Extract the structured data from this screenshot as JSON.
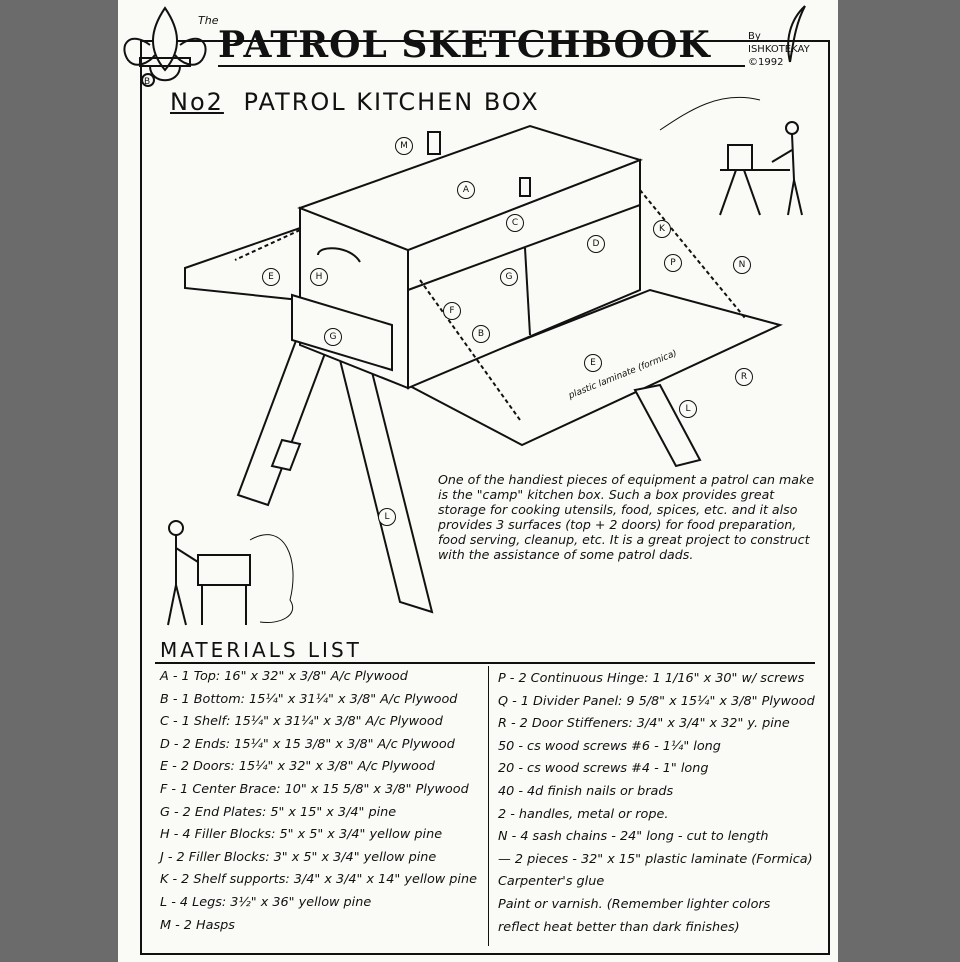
{
  "header": {
    "the": "The",
    "title": "PATROL SKETCHBOOK",
    "byline": [
      "By",
      "ISHKOTEKAY",
      "©1992"
    ]
  },
  "subtitle": {
    "number": "No2",
    "text": "PATROL KITCHEN BOX"
  },
  "diagram_labels": [
    "A",
    "B",
    "C",
    "D",
    "E",
    "E",
    "F",
    "G",
    "H",
    "K",
    "L",
    "L",
    "M",
    "N",
    "P",
    "R"
  ],
  "laminate_note": "plastic laminate (formica)",
  "description": "One of the handiest pieces of equipment a patrol can make is the \"camp\" kitchen box. Such a box provides great storage for cooking utensils, food, spices, etc. and it also provides 3 surfaces (top + 2 doors) for food preparation, food serving, cleanup, etc. It is a great project to construct with the assistance of some patrol dads.",
  "materials": {
    "heading": "MATERIALS LIST",
    "left": [
      "A - 1 Top:        16\" x 32\" x 3/8\" A/c Plywood",
      "B - 1 Bottom: 15¼\" x 31¼\" x 3/8\" A/c Plywood",
      "C - 1 Shelf: 15¼\" x 31¼\" x 3/8\" A/c Plywood",
      "D - 2 Ends: 15¼\" x 15 3/8\" x 3/8\" A/c Plywood",
      "E - 2 Doors: 15¼\" x 32\" x 3/8\" A/c Plywood",
      "F - 1 Center Brace: 10\" x 15 5/8\" x 3/8\" Plywood",
      "G - 2 End Plates: 5\" x 15\" x 3/4\" pine",
      "H - 4 Filler Blocks: 5\" x 5\" x 3/4\" yellow pine",
      "J - 2 Filler Blocks: 3\" x 5\" x 3/4\" yellow pine",
      "K - 2 Shelf supports: 3/4\" x 3/4\" x 14\" yellow pine",
      "L - 4 Legs: 3½\" x 36\" yellow pine",
      "M - 2 Hasps"
    ],
    "right": [
      "P - 2 Continuous Hinge: 1 1/16\" x 30\" w/ screws",
      "Q - 1 Divider Panel: 9 5/8\" x 15¼\" x 3/8\" Plywood",
      "R - 2 Door Stiffeners: 3/4\" x 3/4\" x 32\" y. pine",
      "50 - cs wood screws #6 - 1¼\" long",
      "20 - cs wood screws #4 - 1\" long",
      "40 - 4d finish nails or brads",
      "2 - handles, metal or rope.",
      "N - 4 sash chains - 24\" long - cut to length",
      "— 2 pieces - 32\" x 15\" plastic laminate (Formica)",
      "Carpenter's glue",
      "Paint or varnish. (Remember lighter colors",
      "reflect heat better than dark finishes)"
    ]
  }
}
